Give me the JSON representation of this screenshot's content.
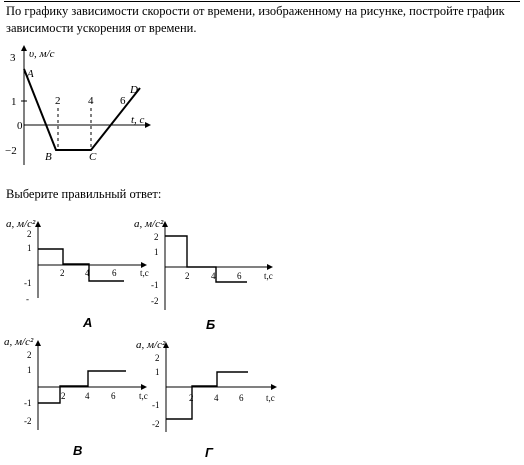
{
  "question": "По графику зависимости  скорости от времени, изображенному  на рисунке, постройте график зависимости  ускорения от времени.",
  "prompt": "Выберите  правильный  ответ:",
  "velocity_graph": {
    "axis_v_label": "υ, м/с",
    "axis_t_label": "t, с",
    "y_ticks": [
      "3",
      "1",
      "0",
      "−2"
    ],
    "x_ticks": [
      "2",
      "4",
      "6"
    ],
    "points": [
      "A",
      "B",
      "C",
      "D"
    ]
  },
  "options": [
    {
      "label": "А",
      "axis_label": "a, м/с²",
      "y_ticks": [
        "2",
        "1",
        "-1",
        "-"
      ],
      "x_ticks": [
        "2",
        "4",
        "6"
      ],
      "t_label": "t,c"
    },
    {
      "label": "Б",
      "axis_label": "a, м/с²",
      "y_ticks": [
        "2",
        "1",
        "-1",
        "-2"
      ],
      "x_ticks": [
        "2",
        "4",
        "6"
      ],
      "t_label": "t,c"
    },
    {
      "label": "В",
      "axis_label": "a, м/с²",
      "y_ticks": [
        "2",
        "1",
        "-1",
        "-2"
      ],
      "x_ticks": [
        "2",
        "4",
        "6"
      ],
      "t_label": "t,c"
    },
    {
      "label": "Г",
      "axis_label": "a, м/с²",
      "y_ticks": [
        "2",
        "1",
        "-1",
        "-2"
      ],
      "x_ticks": [
        "2",
        "4",
        "6"
      ],
      "t_label": "t,c"
    }
  ]
}
